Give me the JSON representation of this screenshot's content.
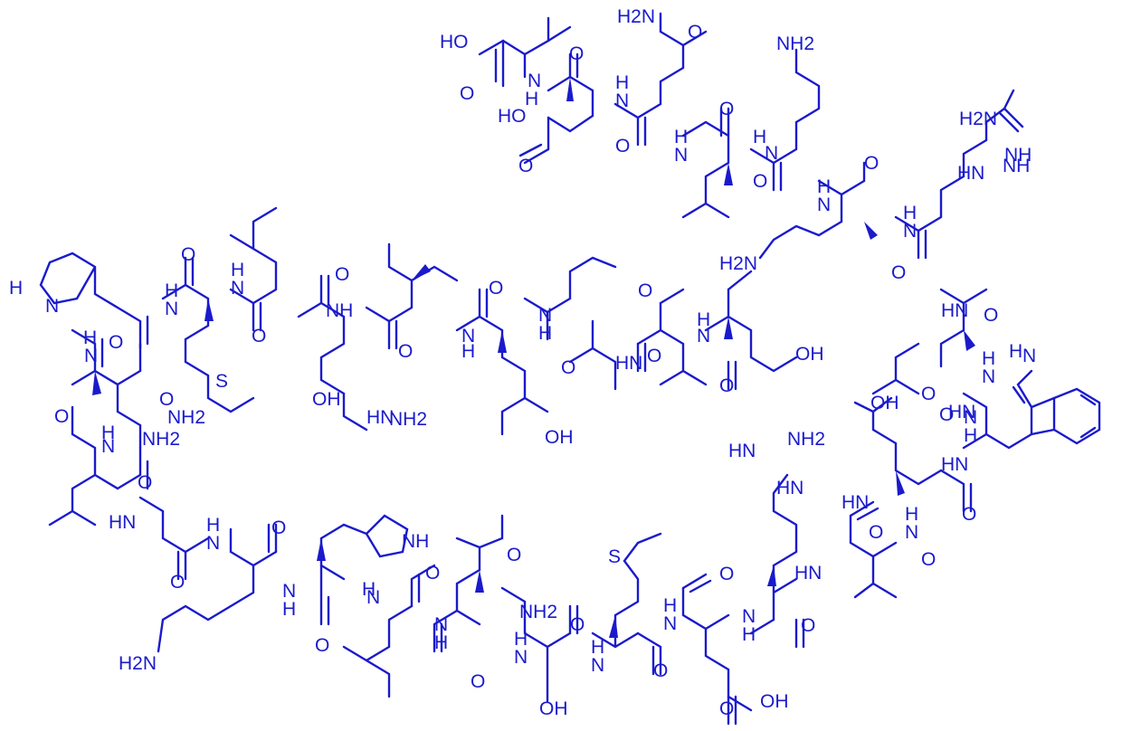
{
  "diagram": {
    "ink_color": "#1a1acc",
    "background": "#ffffff",
    "labels": [
      {
        "id": "l1",
        "text": "HO"
      },
      {
        "id": "l2",
        "text": "O"
      },
      {
        "id": "l3",
        "text": "N"
      },
      {
        "id": "l4",
        "text": "H"
      },
      {
        "id": "l5",
        "text": "O"
      },
      {
        "id": "l6",
        "text": "HO"
      },
      {
        "id": "l7",
        "text": "O"
      },
      {
        "id": "l8",
        "text": "N"
      },
      {
        "id": "l9",
        "text": "H"
      },
      {
        "id": "l10",
        "text": "H"
      },
      {
        "id": "l11",
        "text": "N"
      },
      {
        "id": "l12",
        "text": "O"
      },
      {
        "id": "l13",
        "text": "H2N"
      },
      {
        "id": "l14",
        "text": "O"
      },
      {
        "id": "l15",
        "text": "NH2"
      },
      {
        "id": "l16",
        "text": "O"
      },
      {
        "id": "l17",
        "text": "N"
      },
      {
        "id": "l18",
        "text": "H"
      },
      {
        "id": "l19",
        "text": "O"
      },
      {
        "id": "l20",
        "text": "N"
      },
      {
        "id": "l21",
        "text": "H"
      },
      {
        "id": "l22",
        "text": "O"
      },
      {
        "id": "l23",
        "text": "H2N"
      },
      {
        "id": "l24",
        "text": "NH"
      },
      {
        "id": "l25",
        "text": "N"
      },
      {
        "id": "l26",
        "text": "H"
      },
      {
        "id": "l27",
        "text": "H2N"
      },
      {
        "id": "l28",
        "text": "HN"
      },
      {
        "id": "l29",
        "text": "NH"
      },
      {
        "id": "l30",
        "text": "O"
      },
      {
        "id": "l31",
        "text": "HN"
      },
      {
        "id": "l32",
        "text": "O"
      },
      {
        "id": "l33",
        "text": "H"
      },
      {
        "id": "l34",
        "text": "N"
      },
      {
        "id": "l35",
        "text": "HN"
      },
      {
        "id": "l36",
        "text": "O"
      },
      {
        "id": "l37",
        "text": "N"
      },
      {
        "id": "l38",
        "text": "H"
      },
      {
        "id": "l39",
        "text": "O"
      },
      {
        "id": "l40",
        "text": "OH"
      },
      {
        "id": "l41",
        "text": "HN"
      },
      {
        "id": "l42",
        "text": "O"
      },
      {
        "id": "l43",
        "text": "HN"
      },
      {
        "id": "l44",
        "text": "O"
      },
      {
        "id": "l45",
        "text": "N"
      },
      {
        "id": "l46",
        "text": "H"
      },
      {
        "id": "l47",
        "text": "HN"
      },
      {
        "id": "l48",
        "text": "NH2"
      },
      {
        "id": "l49",
        "text": "HN"
      },
      {
        "id": "l50",
        "text": "N"
      },
      {
        "id": "l51",
        "text": "H"
      },
      {
        "id": "l52",
        "text": "O"
      },
      {
        "id": "l53",
        "text": "HN"
      },
      {
        "id": "l54",
        "text": "O"
      },
      {
        "id": "l55",
        "text": "N"
      },
      {
        "id": "l56",
        "text": "H"
      },
      {
        "id": "l57",
        "text": "O"
      },
      {
        "id": "l58",
        "text": "S"
      },
      {
        "id": "l59",
        "text": "N"
      },
      {
        "id": "l60",
        "text": "H"
      },
      {
        "id": "l61",
        "text": "O"
      },
      {
        "id": "l62",
        "text": "OH"
      },
      {
        "id": "l63",
        "text": "O"
      },
      {
        "id": "l64",
        "text": "N"
      },
      {
        "id": "l65",
        "text": "H"
      },
      {
        "id": "l66",
        "text": "O"
      },
      {
        "id": "l67",
        "text": "H"
      },
      {
        "id": "l68",
        "text": "N"
      },
      {
        "id": "l69",
        "text": "OH"
      },
      {
        "id": "l70",
        "text": "O"
      },
      {
        "id": "l71",
        "text": "NH2"
      },
      {
        "id": "l72",
        "text": "O"
      },
      {
        "id": "l73",
        "text": "N"
      },
      {
        "id": "l74",
        "text": "H"
      },
      {
        "id": "l75",
        "text": "O"
      },
      {
        "id": "l76",
        "text": "N"
      },
      {
        "id": "l77",
        "text": "NH"
      },
      {
        "id": "l78",
        "text": "H"
      },
      {
        "id": "l79",
        "text": "O"
      },
      {
        "id": "l80",
        "text": "H2N"
      },
      {
        "id": "l81",
        "text": "N"
      },
      {
        "id": "l82",
        "text": "H"
      },
      {
        "id": "l83",
        "text": "O"
      },
      {
        "id": "l84",
        "text": "HN"
      },
      {
        "id": "l85",
        "text": "O"
      },
      {
        "id": "l86",
        "text": "NH2"
      },
      {
        "id": "l87",
        "text": "O"
      },
      {
        "id": "l88",
        "text": "N"
      },
      {
        "id": "l89",
        "text": "H"
      },
      {
        "id": "l90",
        "text": "N"
      },
      {
        "id": "l91",
        "text": "H"
      },
      {
        "id": "l92",
        "text": "O"
      },
      {
        "id": "l93",
        "text": "NH2"
      },
      {
        "id": "l94",
        "text": "N"
      },
      {
        "id": "l95",
        "text": "H"
      },
      {
        "id": "l96",
        "text": "O"
      },
      {
        "id": "l97",
        "text": "N"
      },
      {
        "id": "l98",
        "text": "H"
      },
      {
        "id": "l99",
        "text": "O"
      },
      {
        "id": "l100",
        "text": "N"
      },
      {
        "id": "l101",
        "text": "H"
      },
      {
        "id": "l102",
        "text": "O"
      },
      {
        "id": "l103",
        "text": "N"
      },
      {
        "id": "l104",
        "text": "H"
      },
      {
        "id": "l105",
        "text": "O"
      },
      {
        "id": "l106",
        "text": "OH"
      },
      {
        "id": "l107",
        "text": "S"
      },
      {
        "id": "l108",
        "text": "O"
      },
      {
        "id": "l109",
        "text": "OH"
      },
      {
        "id": "l110",
        "text": "HN"
      },
      {
        "id": "l111",
        "text": "NH2"
      },
      {
        "id": "l112",
        "text": "NH"
      },
      {
        "id": "l113",
        "text": "O"
      },
      {
        "id": "l114",
        "text": "O"
      },
      {
        "id": "l115",
        "text": "N"
      },
      {
        "id": "l116",
        "text": "H"
      },
      {
        "id": "l117",
        "text": "O"
      },
      {
        "id": "l118",
        "text": "N"
      },
      {
        "id": "l119",
        "text": "H"
      },
      {
        "id": "l120",
        "text": "HN"
      },
      {
        "id": "l121",
        "text": "O"
      },
      {
        "id": "l122",
        "text": "O"
      },
      {
        "id": "l123",
        "text": "N"
      },
      {
        "id": "l124",
        "text": "H"
      },
      {
        "id": "l125",
        "text": "O"
      },
      {
        "id": "l126",
        "text": "OH"
      }
    ]
  }
}
